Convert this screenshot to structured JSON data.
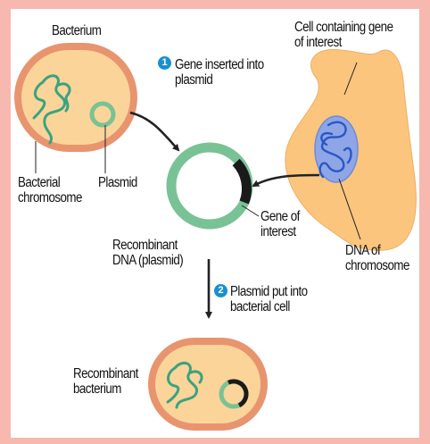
{
  "colors": {
    "border": "#f7b8b0",
    "cell_fill": "#fbc57e",
    "bacterium_outer": "#e8946f",
    "bacterium_inner": "#fbd49a",
    "dna_teal": "#3aa37e",
    "plasmid_green": "#79c296",
    "gene_black": "#1a1a1a",
    "nucleus_blue": "#8fa6e6",
    "chromosome_blue": "#2b56c8",
    "step_badge": "#1b8fd0",
    "arrow": "#222222"
  },
  "labels": {
    "bacterium": "Bacterium",
    "bacterial_chromosome": [
      "Bacterial",
      "chromosome"
    ],
    "plasmid": "Plasmid",
    "cell_containing_gene": [
      "Cell containing gene",
      "of interest"
    ],
    "gene_of_interest": [
      "Gene of",
      "interest"
    ],
    "dna_of_chromosome": [
      "DNA of",
      "chromosome"
    ],
    "recombinant_dna": [
      "Recombinant",
      "DNA (plasmid)"
    ],
    "recombinant_bacterium": [
      "Recombinant",
      "bacterium"
    ]
  },
  "steps": [
    {
      "number": "1",
      "text": [
        "Gene inserted into",
        "plasmid"
      ]
    },
    {
      "number": "2",
      "text": [
        "Plasmid put into",
        "bacterial cell"
      ]
    }
  ]
}
